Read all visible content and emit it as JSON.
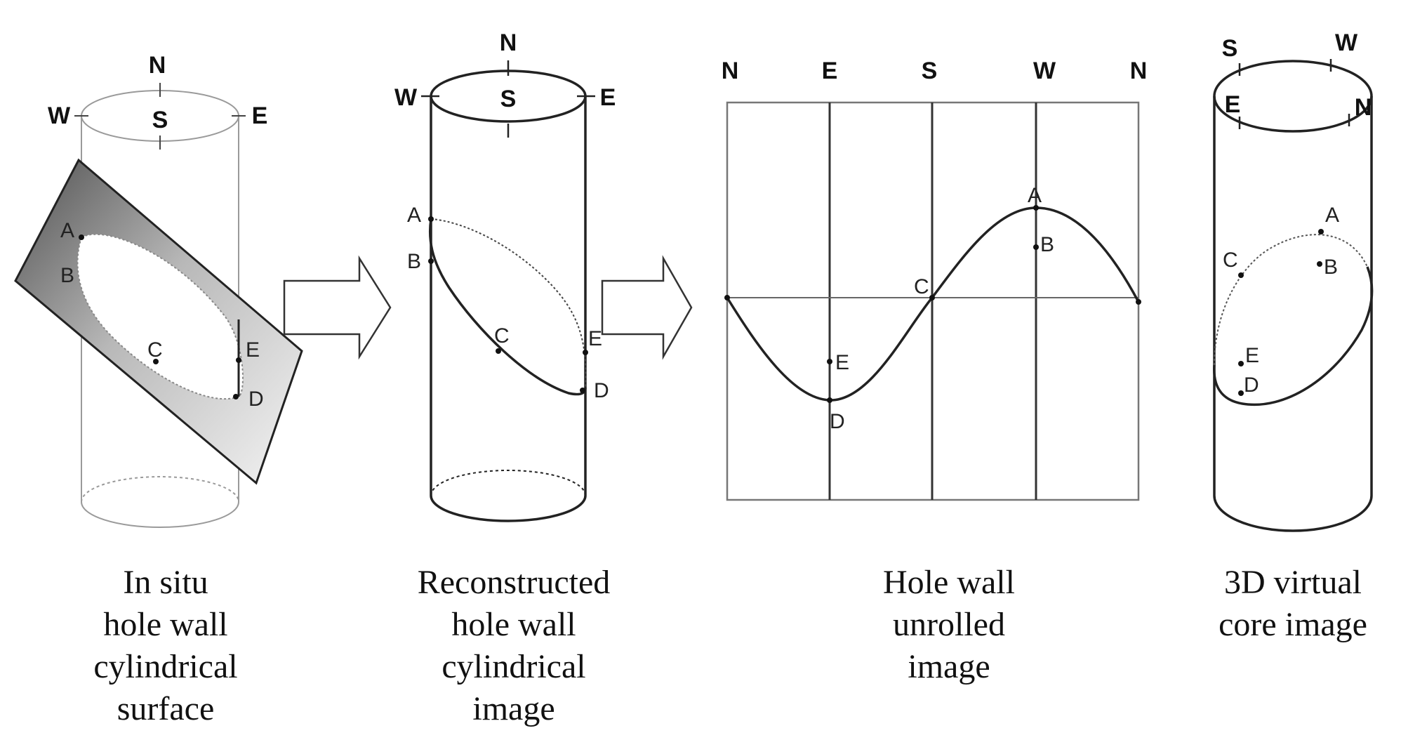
{
  "panels": [
    {
      "id": "in-situ",
      "compass": [
        "N",
        "W",
        "S",
        "E"
      ],
      "points": [
        "A",
        "B",
        "C",
        "E",
        "D"
      ],
      "caption": [
        "In situ",
        "hole wall",
        "cylindrical",
        "surface"
      ]
    },
    {
      "id": "reconstructed",
      "compass": [
        "N",
        "W",
        "S",
        "E"
      ],
      "points": [
        "A",
        "B",
        "C",
        "E",
        "D"
      ],
      "caption": [
        "Reconstructed",
        "hole wall",
        "cylindrical",
        "image"
      ]
    },
    {
      "id": "unrolled",
      "compass": [
        "N",
        "E",
        "S",
        "W",
        "N"
      ],
      "points": [
        "A",
        "B",
        "C",
        "E",
        "D"
      ],
      "caption": [
        "Hole wall",
        "unrolled",
        "image"
      ]
    },
    {
      "id": "virtual-core",
      "compass": [
        "S",
        "W",
        "E",
        "N"
      ],
      "points": [
        "A",
        "B",
        "C",
        "E",
        "D"
      ],
      "caption": [
        "3D virtual",
        "core image"
      ]
    }
  ],
  "colors": {
    "line": "#222222",
    "light_line": "#888888",
    "plane_dark": "#555555",
    "plane_light": "#f2f2f2"
  }
}
